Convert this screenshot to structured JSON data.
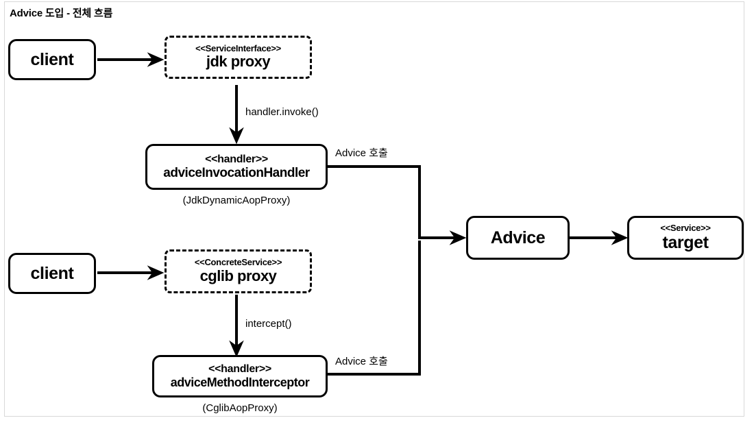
{
  "diagram": {
    "title": "Advice 도입 - 전체 흐름",
    "nodes": {
      "client_top": {
        "name": "client"
      },
      "jdk_proxy": {
        "stereotype": "<<ServiceInterface>>",
        "name": "jdk proxy"
      },
      "advice_invocation_handler": {
        "stereotype": "<<handler>>",
        "name": "adviceInvocationHandler",
        "caption": "(JdkDynamicAopProxy)"
      },
      "client_bottom": {
        "name": "client"
      },
      "cglib_proxy": {
        "stereotype": "<<ConcreteService>>",
        "name": "cglib proxy"
      },
      "advice_method_interceptor": {
        "stereotype": "<<handler>>",
        "name": "adviceMethodInterceptor",
        "caption": "(CglibAopProxy)"
      },
      "advice": {
        "name": "Advice"
      },
      "target": {
        "stereotype": "<<Service>>",
        "name": "target"
      }
    },
    "edges": {
      "client_to_jdk": {
        "label": ""
      },
      "jdk_to_handler": {
        "label": "handler.invoke()"
      },
      "handler_to_advice": {
        "label": "Advice 호출"
      },
      "client_to_cglib": {
        "label": ""
      },
      "cglib_to_interceptor": {
        "label": "intercept()"
      },
      "interceptor_to_advice": {
        "label": "Advice 호출"
      },
      "advice_to_target": {
        "label": ""
      }
    },
    "colors": {
      "stroke": "#000000",
      "background": "#ffffff",
      "frame_border": "#d8d8d8"
    }
  }
}
